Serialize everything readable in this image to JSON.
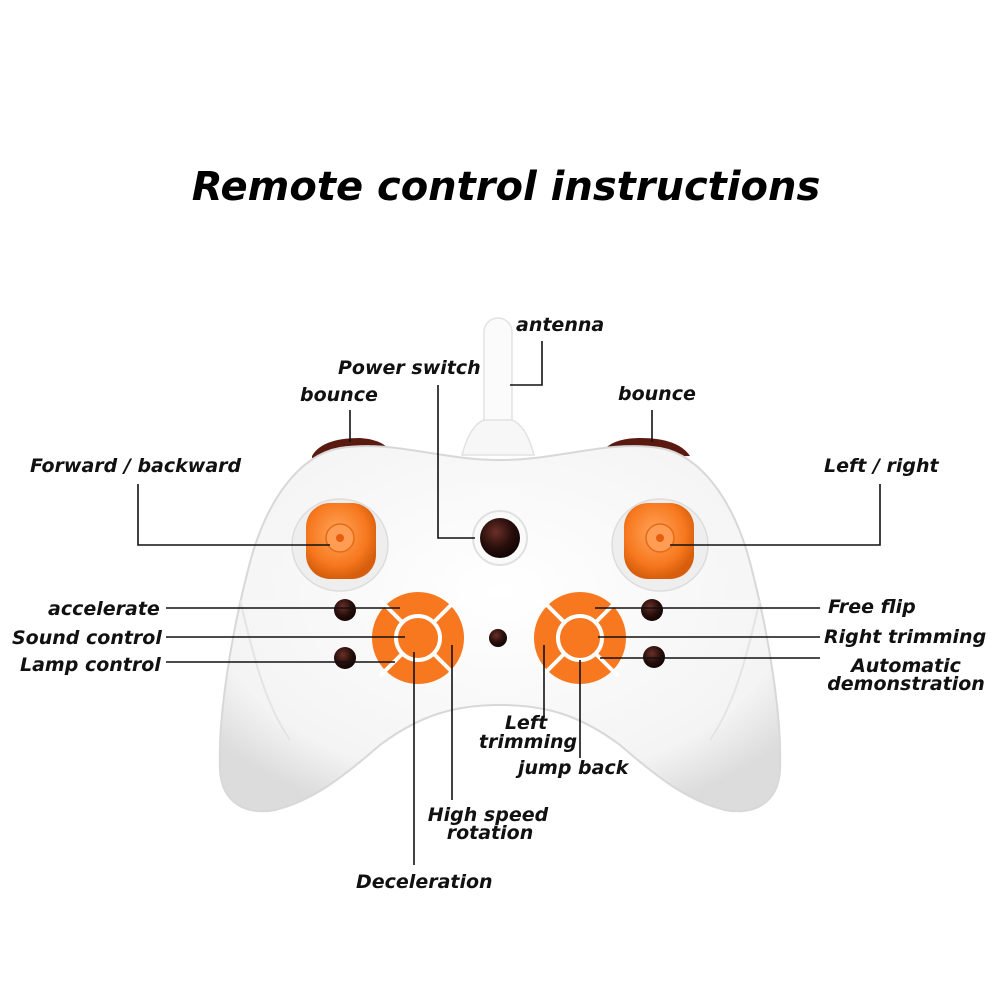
{
  "title": "Remote control instructions",
  "labels": {
    "antenna": "antenna",
    "power_switch": "Power switch",
    "bounce_left": "bounce",
    "bounce_right": "bounce",
    "forward_backward": "Forward / backward",
    "left_right": "Left / right",
    "accelerate": "accelerate",
    "sound_control": "Sound control",
    "lamp_control": "Lamp control",
    "free_flip": "Free flip",
    "right_trimming": "Right trimming",
    "automatic_line1": "Automatic",
    "automatic_line2": "demonstration",
    "left_trimming_line1": "Left",
    "left_trimming_line2": "trimming",
    "jump_back": "jump back",
    "high_speed_line1": "High speed",
    "high_speed_line2": "rotation",
    "deceleration": "Deceleration"
  },
  "colors": {
    "body": "#ffffff",
    "body_shadow": "#e6e6e6",
    "orange": "#f7781e",
    "orange_light": "#ffa158",
    "dark_button": "#2a0f0c",
    "shoulder": "#5a1a12"
  }
}
